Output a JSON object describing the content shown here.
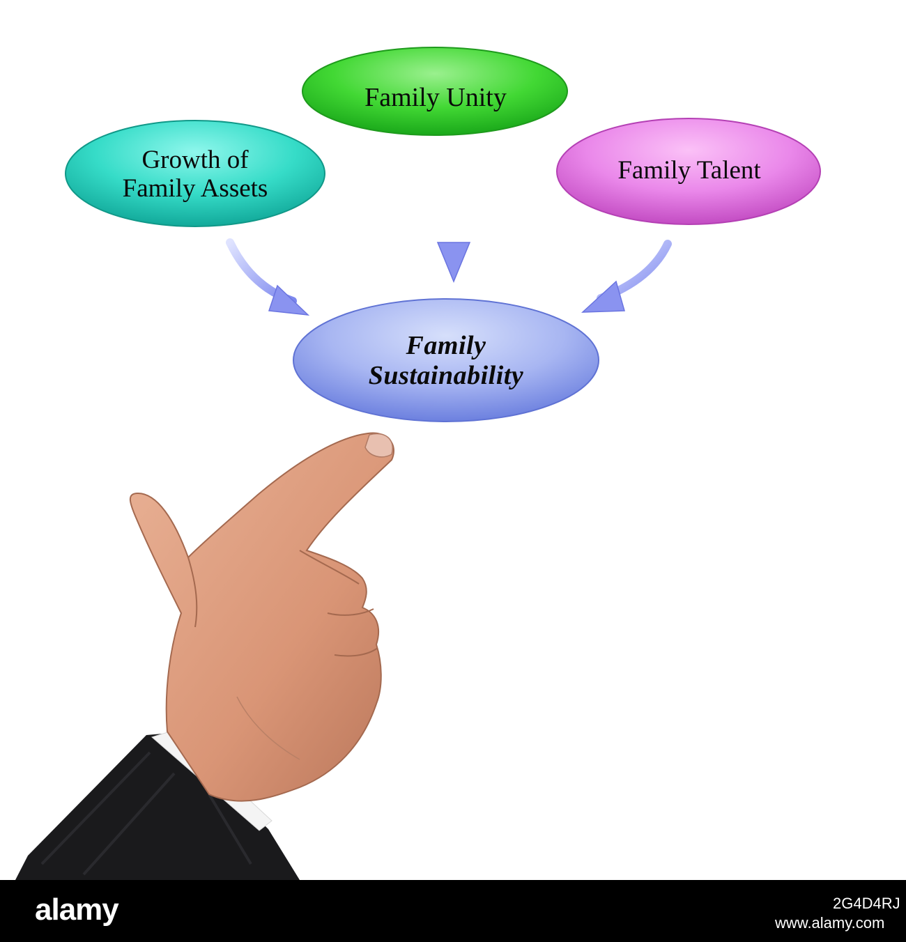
{
  "diagram": {
    "nodes": {
      "unity": {
        "label": "Family Unity",
        "color": "#37d22e"
      },
      "assets": {
        "lines": [
          "Growth of",
          "Family Assets"
        ],
        "color": "#2fd9c5"
      },
      "talent": {
        "label": "Family Talent",
        "color": "#e67be6"
      },
      "center": {
        "lines": [
          "Family",
          "Sustainability"
        ],
        "color": "#8fa2ec"
      }
    },
    "edges": [
      {
        "from": "assets",
        "to": "center"
      },
      {
        "from": "unity",
        "to": "center"
      },
      {
        "from": "talent",
        "to": "center"
      }
    ],
    "arrow_color": "#8a93f0"
  },
  "footer": {
    "brand": "alamy",
    "image_id": "2G4D4RJ",
    "site": "www.alamy.com"
  }
}
